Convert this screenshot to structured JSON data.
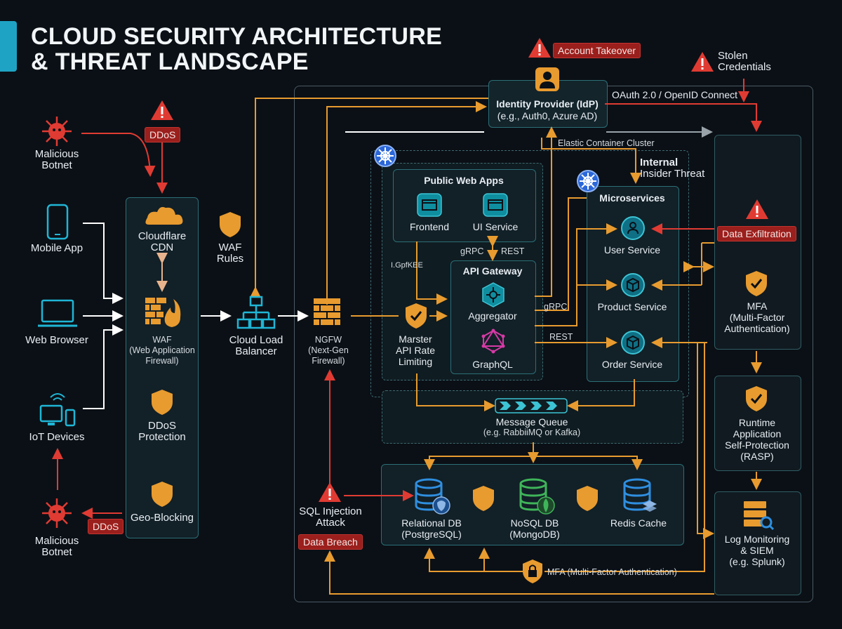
{
  "title": {
    "line1": "CLOUD SECURITY ARCHITECTURE",
    "line2": "& THREAT LANDSCAPE"
  },
  "colors": {
    "accent": "#1fa3c4",
    "threat": "#e03b33",
    "flow": "#e89b2f",
    "panel_border": "#2b6f77",
    "background": "#0b1016"
  },
  "threats": {
    "account_takeover": "Account Takeover",
    "stolen_credentials": "Stolen\nCredentials",
    "ddos_top": "DDoS",
    "ddos_bottom": "DDoS",
    "data_exfiltration": "Data Exfiltration",
    "internal": "Internal",
    "insider_threat": "Insider Threat",
    "sql_injection": "SQL Injection\nAttack",
    "data_breach": "Data Breach"
  },
  "clients": {
    "malicious_botnet_top": "Malicious\nBotnet",
    "mobile_app": "Mobile App",
    "web_browser": "Web Browser",
    "iot_devices": "IoT Devices",
    "malicious_botnet_bottom": "Malicious\nBotnet"
  },
  "edge": {
    "cloudflare": "Cloudflare\nCDN",
    "waf": "WAF\n(Web Application\nFirewall)",
    "ddos_protection": "DDoS\nProtection",
    "geo_blocking": "Geo-Blocking",
    "waf_rules": "WAF\nRules",
    "load_balancer": "Cloud Load\nBalancer",
    "ngfw": "NGFW\n(Next-Gen\nFirewall)"
  },
  "identity": {
    "title": "Identity Provider (IdP)",
    "subtitle": "(e.g., Auth0, Azure AD)",
    "protocol": "OAuth 2.0 / OpenID Connect"
  },
  "cluster": {
    "label": "Elastic Container Cluster",
    "public_web_apps": "Public Web Apps",
    "frontend": "Frontend",
    "ui_service": "UI Service",
    "grpc_rest": "gRPC",
    "rest_label": "REST",
    "misc_label": "I.GpfKEE",
    "api_gateway": "API Gateway",
    "aggregator": "Aggregator",
    "graphql": "GraphQL",
    "rate_limiting": "Marster\nAPI Rate\nLimiting",
    "grpc_right": "gRPC",
    "rest_right": "REST",
    "microservices": "Microservices",
    "user_service": "User Service",
    "product_service": "Product Service",
    "order_service": "Order Service",
    "message_queue": "Message Queue",
    "message_queue_sub": "(e.g. RabbiiMQ or Kafka)",
    "relational_db": "Relational DB\n(PostgreSQL)",
    "nosql_db": "NoSQL DB\n(MongoDB)",
    "redis_cache": "Redis Cache",
    "mfa_bottom": "MFA (Multi-Factor Authentication)"
  },
  "right_stack": {
    "mfa": "MFA\n(Multi-Factor\nAuthentication)",
    "rasp": "Runtime\nApplication\nSelf-Protection\n(RASP)",
    "siem": "Log Monitoring\n& SIEM\n(e.g. Splunk)"
  }
}
